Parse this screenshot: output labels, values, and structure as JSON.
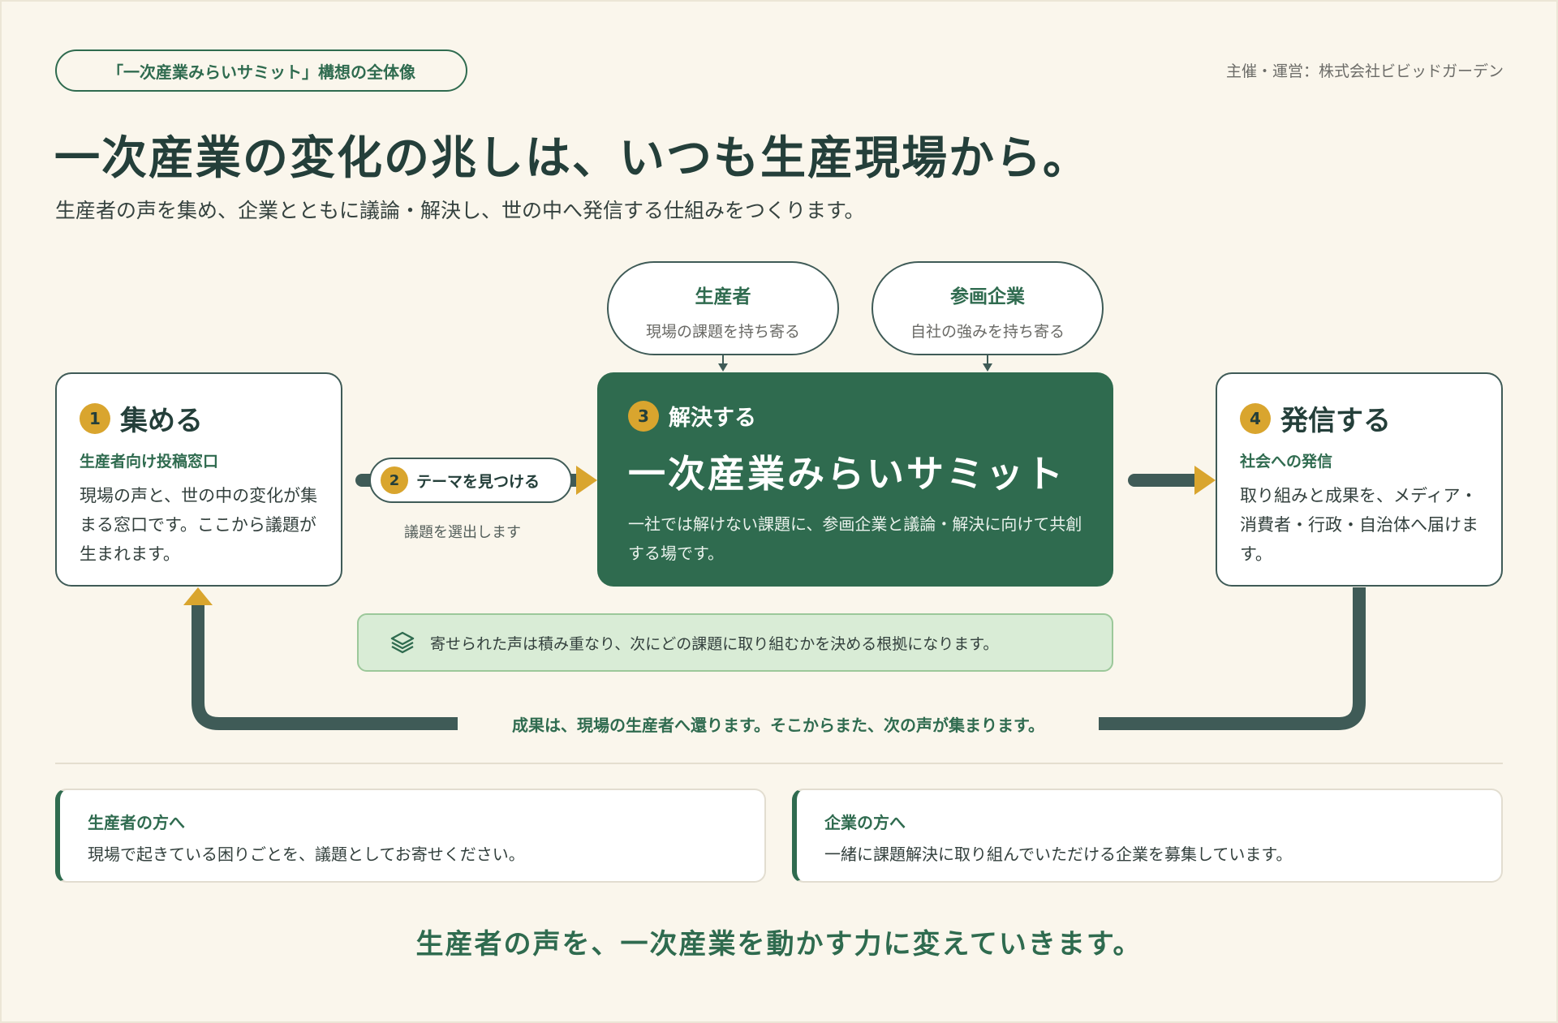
{
  "header": {
    "tag": "「一次産業みらいサミット」構想の全体像",
    "organizer": "主催・運営：株式会社ビビッドガーデン",
    "headline": "一次産業の変化の兆しは、いつも生産現場から。",
    "subline": "生産者の声を集め、企業とともに議論・解決し、世の中へ発信する仕組みをつくります。"
  },
  "bubbles": [
    {
      "title": "生産者",
      "sub": "現場の課題を持ち寄る"
    },
    {
      "title": "参画企業",
      "sub": "自社の強みを持ち寄る"
    }
  ],
  "steps": {
    "collect": {
      "num": "1",
      "title": "集める",
      "sub": "生産者向け投稿窓口",
      "body": "現場の声と、世の中の変化が集まる窓口です。ここから議題が生まれます。"
    },
    "theme": {
      "num": "2",
      "label": "テーマを見つける",
      "note": "議題を選出します"
    },
    "solve": {
      "num": "3",
      "title": "解決する",
      "name": "一次産業みらいサミット",
      "body": "一社では解けない課題に、参画企業と議論・解決に向けて共創する場です。"
    },
    "share": {
      "num": "4",
      "title": "発信する",
      "sub": "社会への発信",
      "body": "取り組みと成果を、メディア・消費者・行政・自治体へ届けます。"
    }
  },
  "note": {
    "icon": "layers-icon",
    "text": "寄せられた声は積み重なり、次にどの課題に取り組むかを決める根拠になります。"
  },
  "return_text": "成果は、現場の生産者へ還ります。そこからまた、次の声が集まります。",
  "info_cards": [
    {
      "title": "生産者の方へ",
      "body": "現場で起きている困りごとを、議題としてお寄せください。"
    },
    {
      "title": "企業の方へ",
      "body": "一緒に課題解決に取り組んでいただける企業を募集しています。"
    }
  ],
  "closing": "生産者の声を、一次産業を動かす力に変えていきます。",
  "colors": {
    "accent": "#2f6b4f",
    "badge": "#d9a52e",
    "flow": "#3f5b57",
    "background": "#faf6ec"
  }
}
